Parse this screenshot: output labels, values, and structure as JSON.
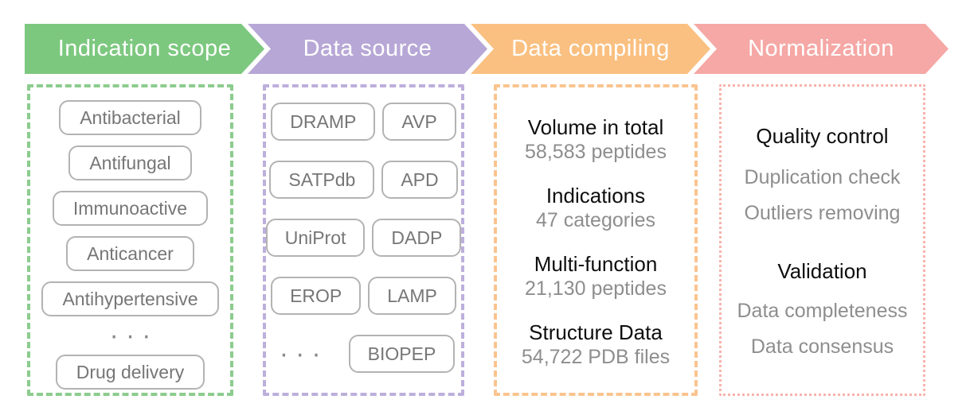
{
  "stages": [
    {
      "label": "Indication scope",
      "arrow_color": "#7cc87f",
      "box_border_color": "#8ccc8e",
      "items": [
        "Antibacterial",
        "Antifungal",
        "Immunoactive",
        "Anticancer",
        "Antihypertensive",
        "···",
        "Drug delivery"
      ]
    },
    {
      "label": "Data source",
      "arrow_color": "#b7a7d6",
      "box_border_color": "#bdafdc",
      "rows": [
        [
          "DRAMP",
          "AVP"
        ],
        [
          "SATPdb",
          "APD"
        ],
        [
          "UniProt",
          "DADP"
        ],
        [
          "EROP",
          "LAMP"
        ],
        [
          "···",
          "BIOPEP"
        ]
      ]
    },
    {
      "label": "Data compiling",
      "arrow_color": "#fac081",
      "box_border_color": "#fac48f",
      "stats": [
        {
          "title": "Volume in total",
          "value": "58,583 peptides"
        },
        {
          "title": "Indications",
          "value": "47 categories"
        },
        {
          "title": "Multi-function",
          "value": "21,130 peptides"
        },
        {
          "title": "Structure Data",
          "value": "54,722 PDB files"
        }
      ]
    },
    {
      "label": "Normalization",
      "arrow_color": "#f5a8a5",
      "box_border_color": "#f7b3ac",
      "sections": [
        {
          "title": "Quality control",
          "items": [
            "Duplication check",
            "Outliers removing"
          ]
        },
        {
          "title": "Validation",
          "items": [
            "Data completeness",
            "Data consensus"
          ]
        }
      ]
    }
  ],
  "text_colors": {
    "arrow_text": "#ffffff",
    "pill_text": "#767676",
    "stat_title": "#0e0e0e",
    "stat_value": "#8e8e8e"
  }
}
